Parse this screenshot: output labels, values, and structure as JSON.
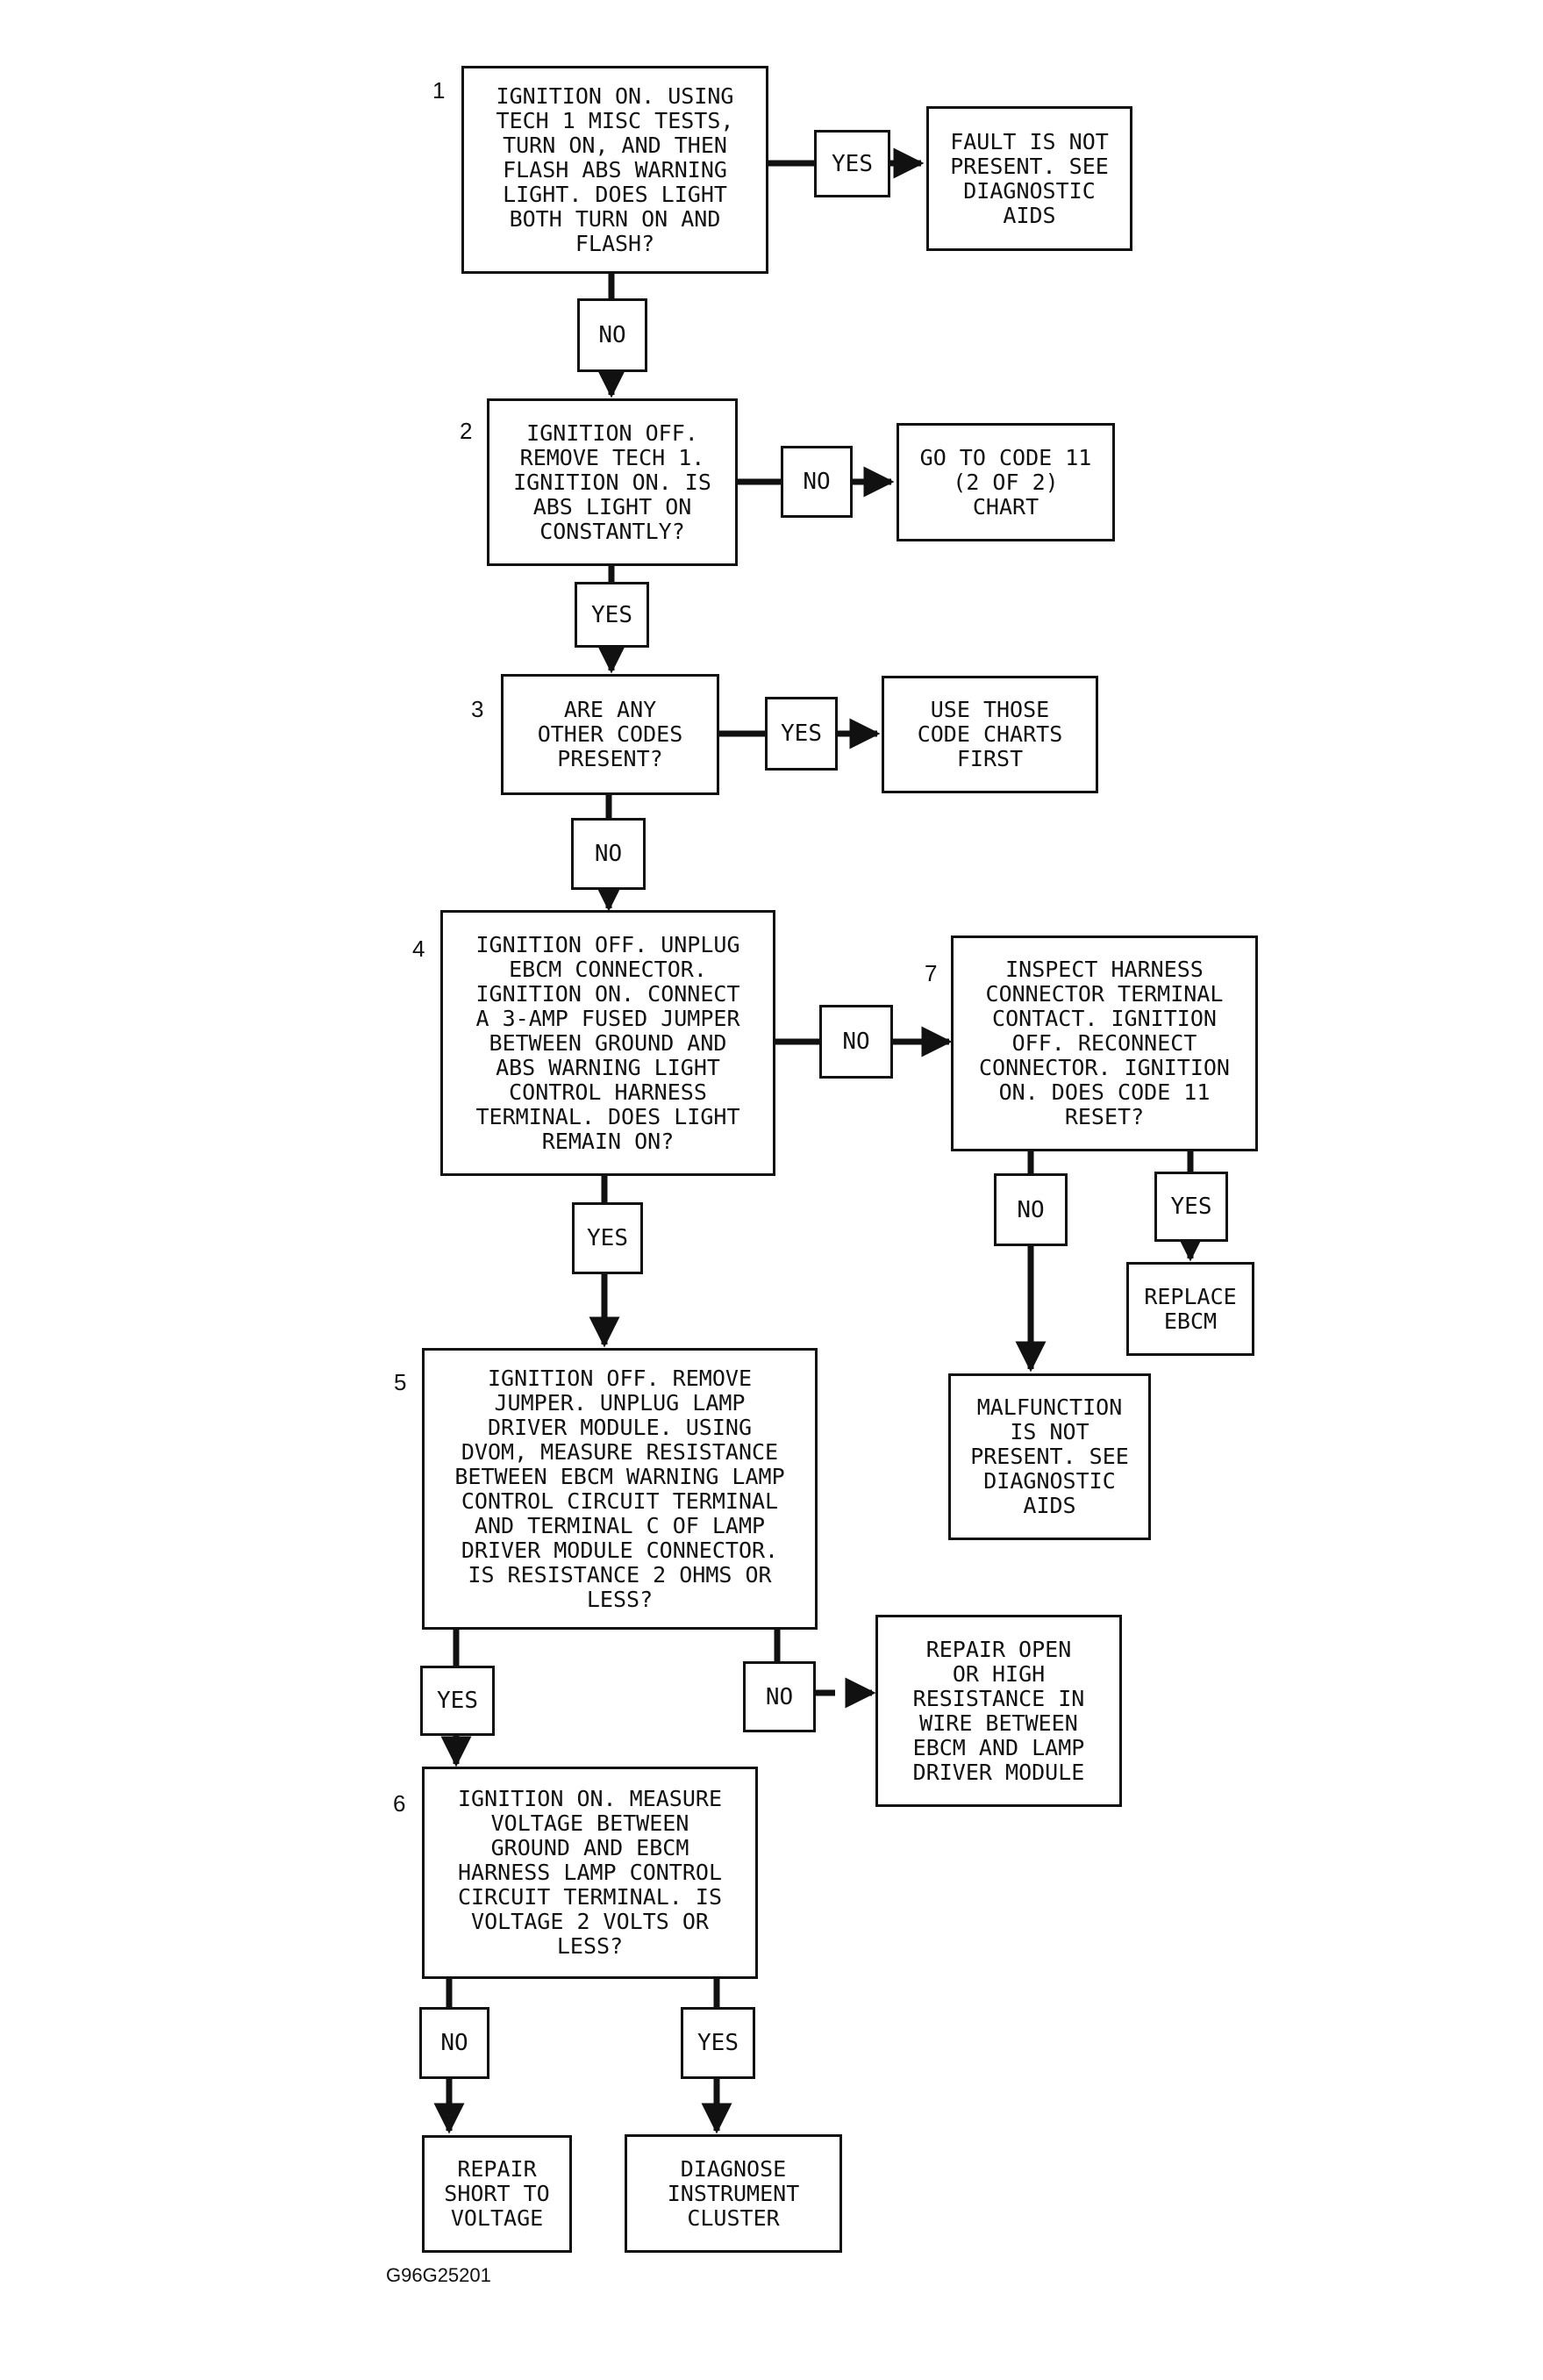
{
  "steps": {
    "s1": {
      "number": "1",
      "text": "IGNITION ON. USING\nTECH 1 MISC TESTS,\nTURN ON, AND THEN\nFLASH ABS WARNING\nLIGHT. DOES LIGHT\nBOTH TURN ON AND\nFLASH?"
    },
    "s1_yes": {
      "text": "FAULT IS NOT\nPRESENT. SEE\nDIAGNOSTIC\nAIDS"
    },
    "s2": {
      "number": "2",
      "text": "IGNITION OFF.\nREMOVE TECH 1.\nIGNITION ON. IS\nABS LIGHT ON\nCONSTANTLY?"
    },
    "s2_no": {
      "text": "GO TO CODE 11\n(2 OF 2)\nCHART"
    },
    "s3": {
      "number": "3",
      "text": "ARE ANY\nOTHER CODES\nPRESENT?"
    },
    "s3_yes": {
      "text": "USE THOSE\nCODE CHARTS\nFIRST"
    },
    "s4": {
      "number": "4",
      "text": "IGNITION OFF. UNPLUG\nEBCM CONNECTOR.\nIGNITION ON. CONNECT\nA 3-AMP FUSED JUMPER\nBETWEEN GROUND AND\nABS WARNING LIGHT\nCONTROL HARNESS\nTERMINAL. DOES LIGHT\nREMAIN ON?"
    },
    "s7": {
      "number": "7",
      "text": "INSPECT HARNESS\nCONNECTOR TERMINAL\nCONTACT. IGNITION\nOFF. RECONNECT\nCONNECTOR. IGNITION\nON. DOES CODE 11\nRESET?"
    },
    "s7_yes": {
      "text": "REPLACE\nEBCM"
    },
    "s7_no": {
      "text": "MALFUNCTION\nIS NOT\nPRESENT. SEE\nDIAGNOSTIC\nAIDS"
    },
    "s5": {
      "number": "5",
      "text": "IGNITION OFF. REMOVE\nJUMPER. UNPLUG LAMP\nDRIVER MODULE. USING\nDVOM, MEASURE RESISTANCE\nBETWEEN EBCM WARNING LAMP\nCONTROL CIRCUIT TERMINAL\nAND TERMINAL C OF LAMP\nDRIVER MODULE CONNECTOR.\nIS RESISTANCE 2 OHMS OR\nLESS?"
    },
    "s5_no": {
      "text": "REPAIR OPEN\nOR HIGH\nRESISTANCE IN\nWIRE BETWEEN\nEBCM AND LAMP\nDRIVER MODULE"
    },
    "s6": {
      "number": "6",
      "text": "IGNITION ON. MEASURE\nVOLTAGE BETWEEN\nGROUND AND EBCM\nHARNESS LAMP CONTROL\nCIRCUIT TERMINAL. IS\nVOLTAGE 2 VOLTS OR\nLESS?"
    },
    "s6_no": {
      "text": "REPAIR\nSHORT TO\nVOLTAGE"
    },
    "s6_yes": {
      "text": "DIAGNOSE\nINSTRUMENT\nCLUSTER"
    }
  },
  "answers": {
    "a1_yes": "YES",
    "a1_no": "NO",
    "a2_no": "NO",
    "a2_yes": "YES",
    "a3_yes": "YES",
    "a3_no": "NO",
    "a4_no": "NO",
    "a4_yes": "YES",
    "a7_no": "NO",
    "a7_yes": "YES",
    "a5_yes": "YES",
    "a5_no": "NO",
    "a6_no": "NO",
    "a6_yes": "YES"
  },
  "caption": "G96G25201"
}
